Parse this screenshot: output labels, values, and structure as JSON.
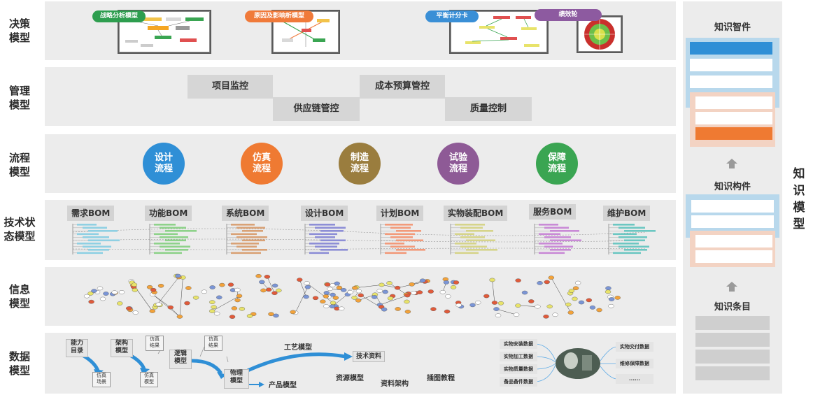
{
  "rows": {
    "decision": "决策模型",
    "management": "管理模型",
    "process": "流程模型",
    "tech_state": "技术状态模型",
    "information": "信息模型",
    "data": "数据模型"
  },
  "decision": {
    "pills": [
      {
        "label": "战略分析模型",
        "color": "#2e9e4f"
      },
      {
        "label": "原因及影响析模型",
        "color": "#f07a3a"
      },
      {
        "label": "平衡计分卡",
        "color": "#3a8fd6"
      },
      {
        "label": "绩效轮",
        "color": "#8d5aa0"
      }
    ]
  },
  "management": {
    "items": [
      "项目监控",
      "成本预算管控",
      "供应链管控",
      "质量控制"
    ]
  },
  "process": {
    "circles": [
      {
        "label": "设计流程",
        "color": "#2f8fd6"
      },
      {
        "label": "仿真流程",
        "color": "#ef7a32"
      },
      {
        "label": "制造流程",
        "color": "#9a7d3e"
      },
      {
        "label": "试验流程",
        "color": "#8e5a96"
      },
      {
        "label": "保障流程",
        "color": "#3aa552"
      }
    ]
  },
  "bom": {
    "items": [
      {
        "label": "需求BOM",
        "color": "#8fd0e3"
      },
      {
        "label": "功能BOM",
        "color": "#8ed28a"
      },
      {
        "label": "系统BOM",
        "color": "#d9a276"
      },
      {
        "label": "设计BOM",
        "color": "#8d8ed6"
      },
      {
        "label": "计划BOM",
        "color": "#f29a7a"
      },
      {
        "label": "实物装配BOM",
        "color": "#d6d48a"
      },
      {
        "label": "服务BOM",
        "color": "#c98ad6"
      },
      {
        "label": "维护BOM",
        "color": "#6cc7c2"
      }
    ]
  },
  "data_model": {
    "capability_catalog": "能力目录",
    "architecture_model": "架构模型",
    "logic_model": "逻辑模型",
    "physical_model": "物理模型",
    "product_model": "产品模型",
    "sim_scene": "仿真场景",
    "sim_result_1": "仿真结果",
    "sim_model": "仿真模型",
    "sim_result_2": "仿真结果",
    "process_model": "工艺模型",
    "tech_docs": "技术资料",
    "resource_model": "资源模型",
    "doc_structure": "资料架构",
    "illustration_tutorial": "插图教程",
    "left_list": [
      "实物安装数据",
      "实物加工数据",
      "实物质量数据",
      "备品备件数据"
    ],
    "right_list": [
      "实物交付数据",
      "维修保障数据",
      "......"
    ]
  },
  "knowledge": {
    "title": "知识模型",
    "widget": "知识智件",
    "component": "知识构件",
    "entry": "知识条目",
    "arrow_icon": "up-arrow-icon"
  }
}
